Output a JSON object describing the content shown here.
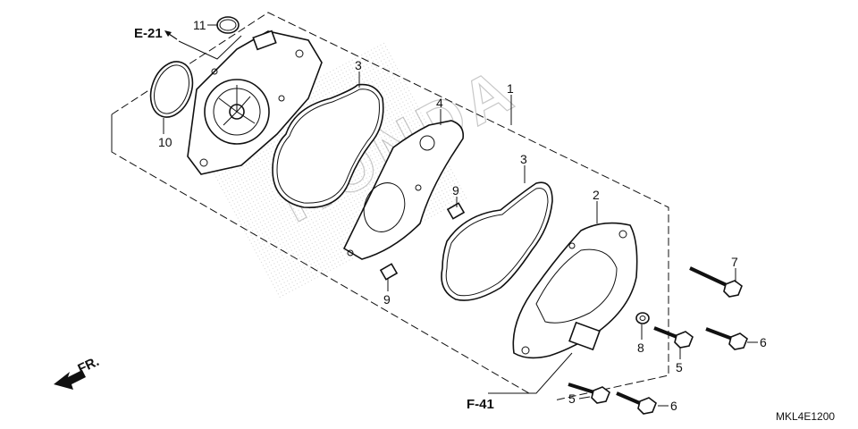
{
  "diagram": {
    "callouts": [
      "1",
      "2",
      "3",
      "3",
      "4",
      "5",
      "5",
      "6",
      "6",
      "7",
      "8",
      "9",
      "9",
      "10",
      "11"
    ],
    "reference_a": "E-21",
    "reference_b": "F-41",
    "direction_label": "FR.",
    "drawing_code": "MKL4E1200",
    "watermark_text": "HONDA",
    "colors": {
      "line": "#111111",
      "background": "#ffffff",
      "hatch": "#888888"
    },
    "icons": [
      "direction-arrow-icon",
      "reference-arrow-icon"
    ]
  }
}
